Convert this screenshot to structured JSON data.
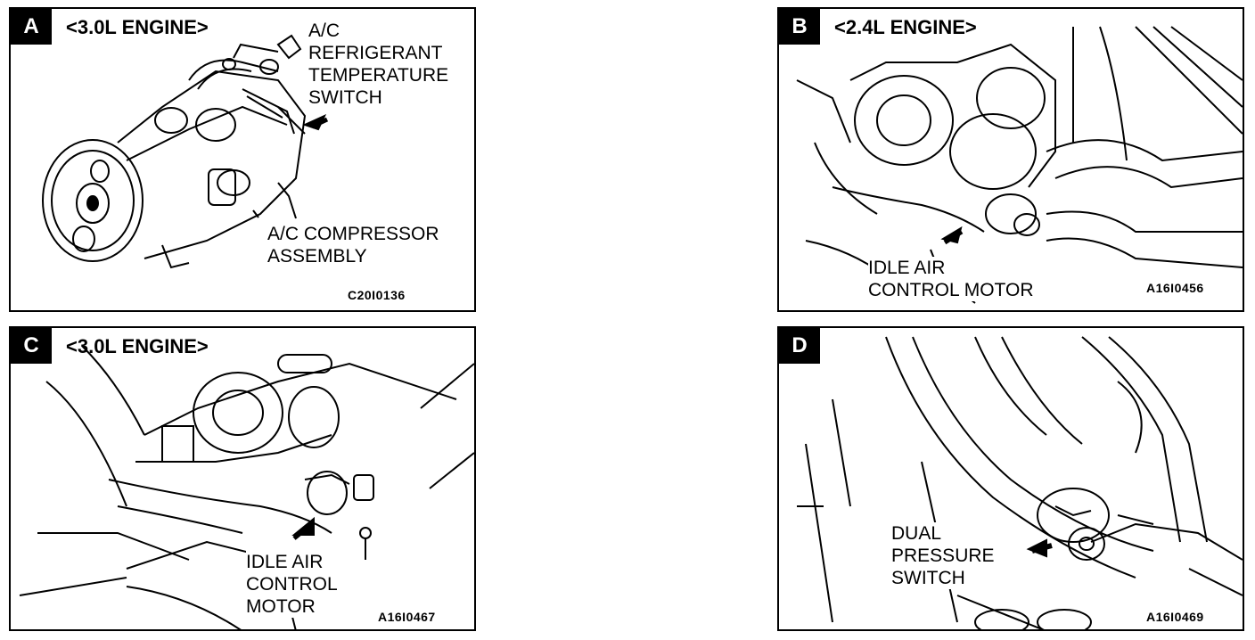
{
  "panels": [
    {
      "letter": "A",
      "engine": "<3.0L ENGINE>",
      "callouts": [
        "A/C\nREFRIGERANT\nTEMPERATURE\nSWITCH",
        "A/C COMPRESSOR\nASSEMBLY"
      ],
      "code": "C20I0136"
    },
    {
      "letter": "B",
      "engine": "<2.4L ENGINE>",
      "callouts": [
        "IDLE AIR\nCONTROL MOTOR"
      ],
      "code": "A16I0456"
    },
    {
      "letter": "C",
      "engine": "<3.0L ENGINE>",
      "callouts": [
        "IDLE AIR\nCONTROL\nMOTOR"
      ],
      "code": "A16I0467"
    },
    {
      "letter": "D",
      "engine": "",
      "callouts": [
        "DUAL\nPRESSURE\nSWITCH"
      ],
      "code": "A16I0469"
    }
  ]
}
